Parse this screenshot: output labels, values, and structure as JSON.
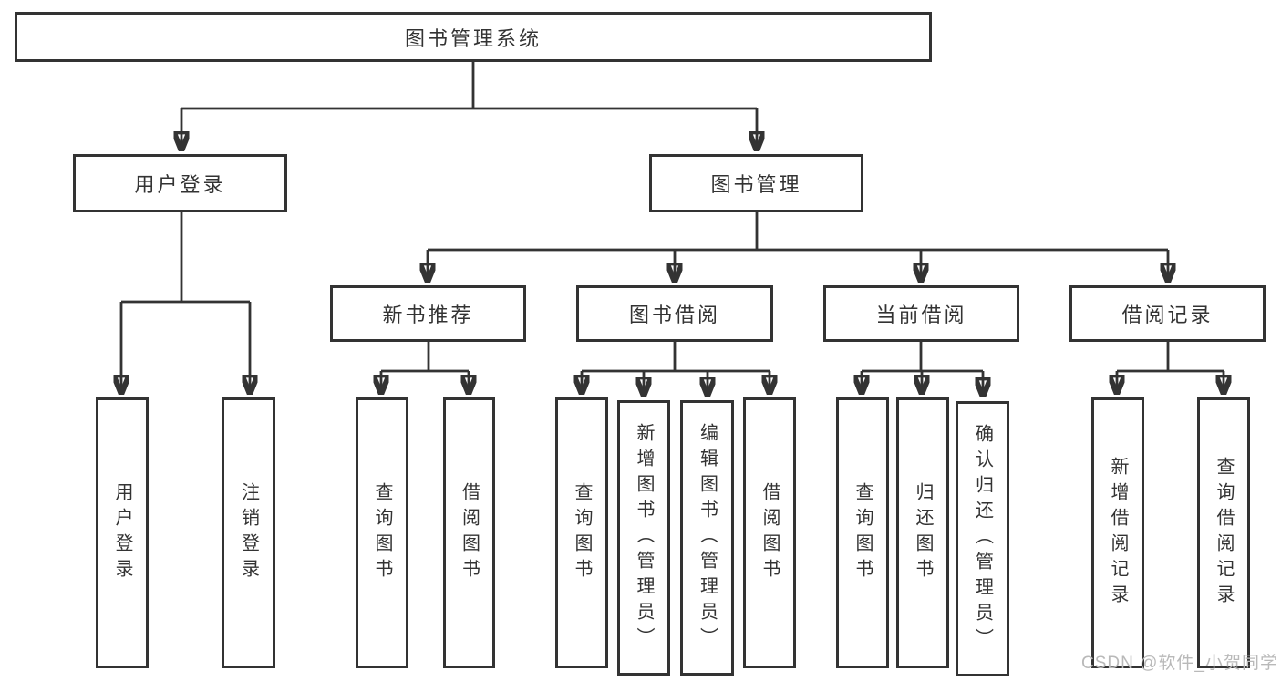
{
  "diagram": {
    "root": {
      "label": "图书管理系统"
    },
    "level2": [
      {
        "label": "用户登录"
      },
      {
        "label": "图书管理"
      }
    ],
    "level3": [
      {
        "label": "新书推荐"
      },
      {
        "label": "图书借阅"
      },
      {
        "label": "当前借阅"
      },
      {
        "label": "借阅记录"
      }
    ],
    "user_login_children": [
      {
        "label": "用户登录"
      },
      {
        "label": "注销登录"
      }
    ],
    "new_book_children": [
      {
        "label": "查询图书"
      },
      {
        "label": "借阅图书"
      }
    ],
    "borrow_children": [
      {
        "label": "查询图书"
      },
      {
        "label": "新增图书（管理员）"
      },
      {
        "label": "编辑图书（管理员）"
      },
      {
        "label": "借阅图书"
      }
    ],
    "current_children": [
      {
        "label": "查询图书"
      },
      {
        "label": "归还图书"
      },
      {
        "label": "确认归还（管理员）"
      }
    ],
    "record_children": [
      {
        "label": "新增借阅记录"
      },
      {
        "label": "查询借阅记录"
      }
    ]
  },
  "watermark": {
    "text": "CSDN @软件_小贺同学"
  },
  "colors": {
    "line": "#333333",
    "text": "#333333",
    "watermark": "#b9b9b9",
    "background": "#ffffff"
  }
}
